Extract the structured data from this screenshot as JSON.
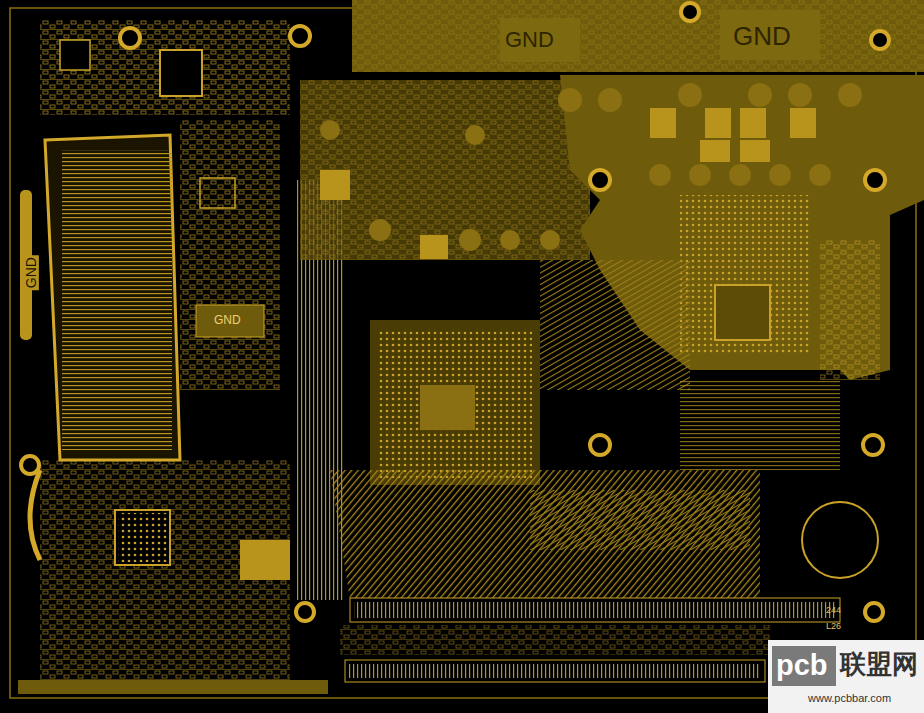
{
  "diagram": {
    "labels": [
      "GND",
      "GND",
      "GND",
      "GND",
      "L26",
      "244",
      "pcb",
      "联盟网",
      "www.pcbbar.com"
    ]
  }
}
